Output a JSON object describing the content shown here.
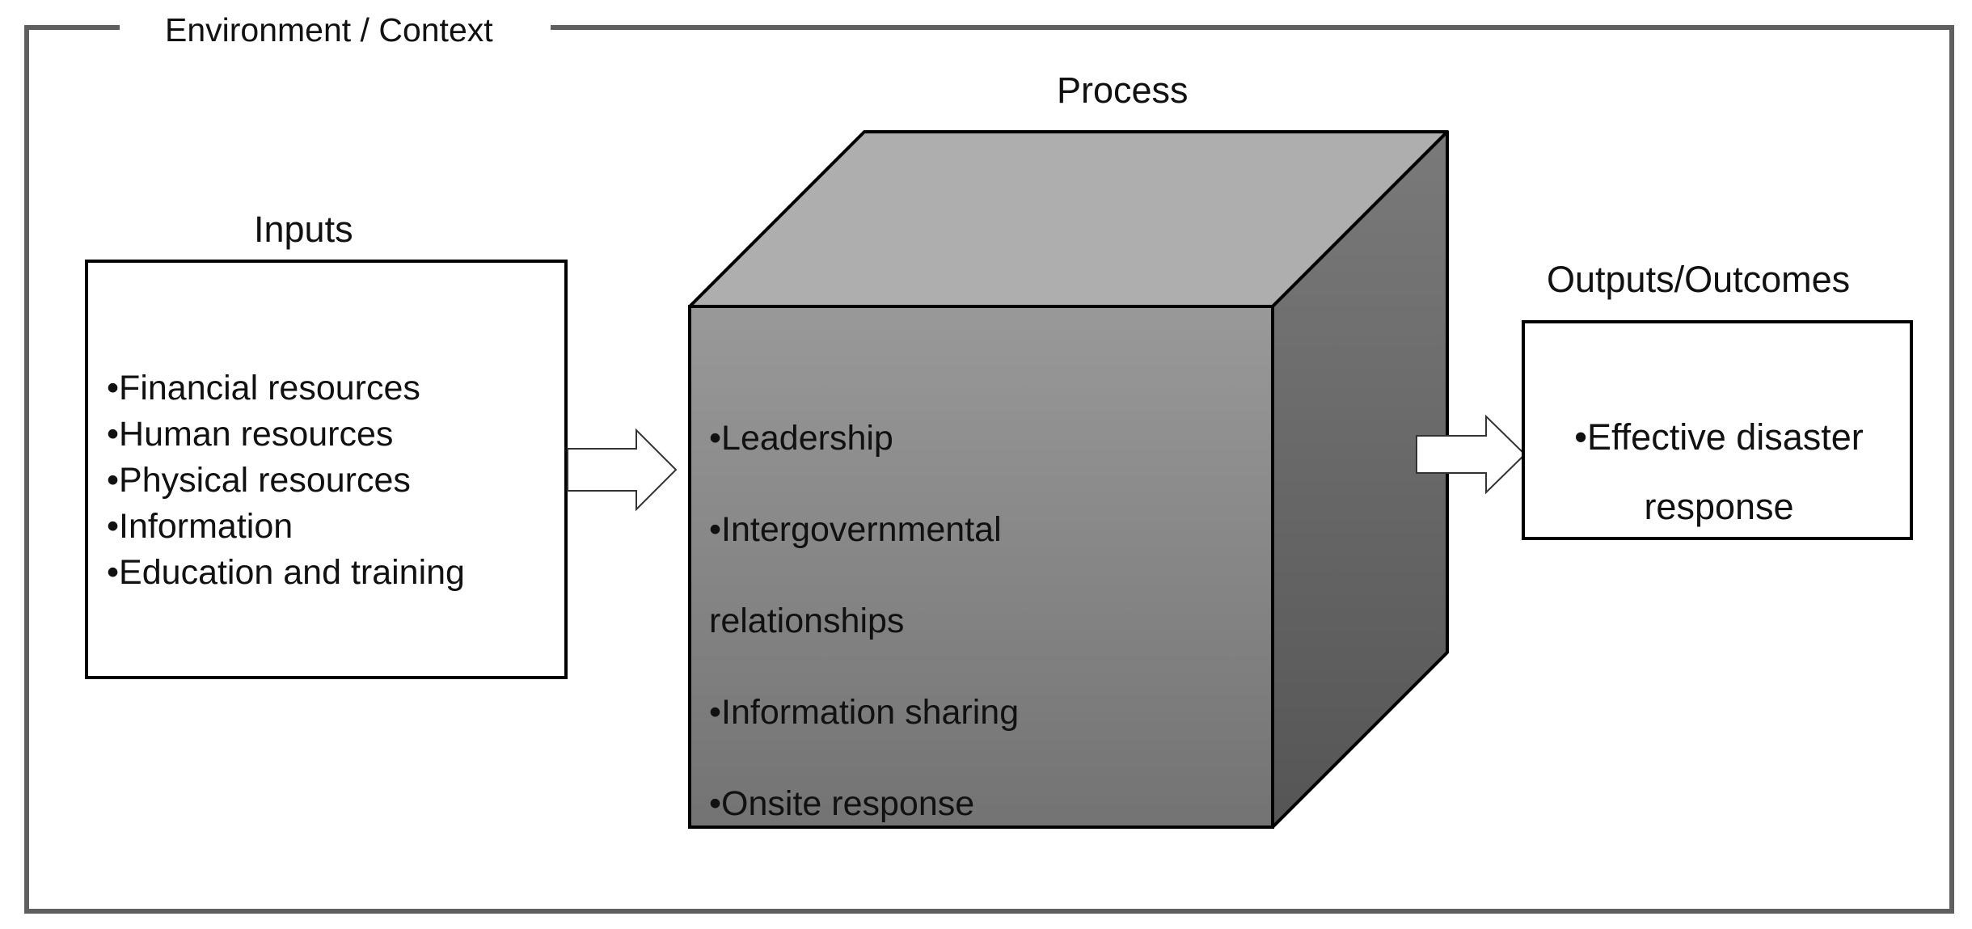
{
  "environment": {
    "label": "Environment / Context"
  },
  "inputs": {
    "title": "Inputs",
    "items": [
      "•Financial resources",
      "•Human resources",
      "•Physical resources",
      "•Information",
      "•Education and training"
    ]
  },
  "process": {
    "title": "Process",
    "items": [
      "•Leadership",
      "•Intergovernmental",
      "relationships",
      "•Information sharing",
      "•Onsite response"
    ]
  },
  "outputs": {
    "title": "Outputs/Outcomes",
    "items": [
      "•Effective disaster",
      "response"
    ]
  },
  "colors": {
    "cube_top": "#aeaeae",
    "cube_front_top": "#999999",
    "cube_front_bottom": "#737373",
    "cube_side_top": "#7a7a7a",
    "cube_side_bottom": "#555555",
    "border": "#5f5f5f"
  }
}
